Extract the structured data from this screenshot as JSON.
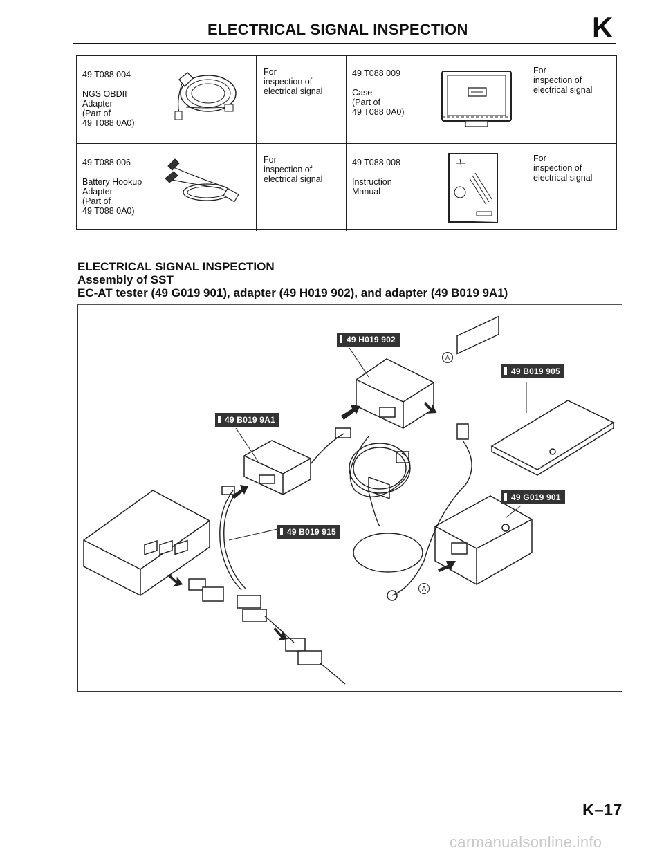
{
  "header": {
    "title": "ELECTRICAL SIGNAL INSPECTION",
    "section_letter": "K"
  },
  "tool_table": {
    "rows": [
      {
        "left": {
          "lines": [
            "49 T088 004",
            "",
            "NGS OBDII",
            "Adapter",
            "(Part of",
            "49 T088 0A0)"
          ],
          "use": [
            "For",
            "inspection of",
            "electrical signal"
          ]
        },
        "right": {
          "lines": [
            "49 T088 009",
            "",
            "Case",
            "(Part of",
            "49 T088 0A0)"
          ],
          "use": [
            "For",
            "inspection of",
            "electrical signal"
          ]
        }
      },
      {
        "left": {
          "lines": [
            "49 T088 006",
            "",
            "Battery Hookup",
            "Adapter",
            "(Part of",
            "49 T088 0A0)"
          ],
          "use": [
            "For",
            "inspection of",
            "electrical signal"
          ]
        },
        "right": {
          "lines": [
            "49 T088 008",
            "",
            "Instruction",
            "Manual"
          ],
          "use": [
            "For",
            "inspection of",
            "electrical signal"
          ]
        }
      }
    ]
  },
  "section": {
    "heading": "ELECTRICAL SIGNAL INSPECTION",
    "subheading": "Assembly of SST",
    "caption": "EC-AT tester (49 G019 901), adapter (49 H019 902), and adapter (49 B019 9A1)"
  },
  "figure": {
    "labels": {
      "adapter_h": "49 H019 902",
      "adapter_b905": "49 B019 905",
      "adapter_9a1": "49 B019 9A1",
      "tester": "49 G019 901",
      "harness": "49 B019 915"
    },
    "marker": "A"
  },
  "footer": {
    "page_number": "K–17",
    "watermark": "carmanualsonline.info"
  }
}
